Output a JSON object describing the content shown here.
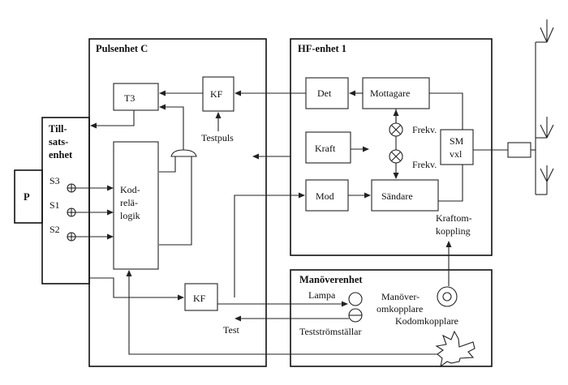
{
  "labels": {
    "pulsenhet": "Pulsenhet C",
    "hfenhet": "HF-enhet 1",
    "tillsats": [
      "Till-",
      "sats-",
      "enhet"
    ],
    "p": "P",
    "s3": "S3",
    "s1": "S1",
    "s2": "S2",
    "t3": "T3",
    "kf_top": "KF",
    "testpuls": "Testpuls",
    "kodrelalogik": [
      "Kod-",
      "relä-",
      "logik"
    ],
    "det": "Det",
    "mottagare": "Mottagare",
    "kraft": "Kraft",
    "frekv1": "Frekv.",
    "frekv2": "Frekv.",
    "sm": [
      "SM",
      "vxl"
    ],
    "mod": "Mod",
    "sandare": "Sändare",
    "kraftomkoppling": [
      "Kraftom-",
      "koppling"
    ],
    "manoverenhet": "Manöverenhet",
    "kf_bottom": "KF",
    "lampa": "Lampa",
    "test": "Test",
    "teststromstallar": "Testströmställar",
    "manoverom": [
      "Manöver-",
      "omkopplare"
    ],
    "kodomkopplare": "Kodomkopplare"
  },
  "colors": {
    "line": "#222222",
    "background": "#ffffff"
  }
}
